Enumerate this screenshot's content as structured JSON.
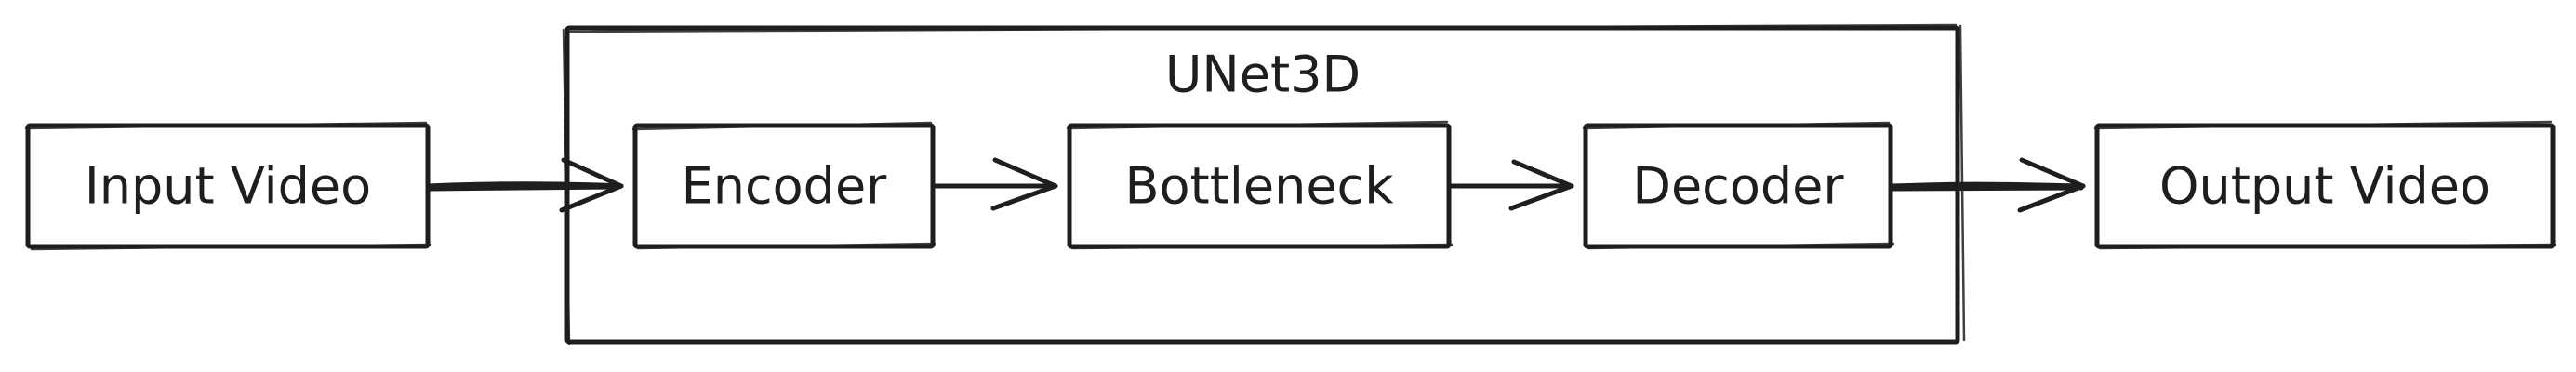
{
  "diagram": {
    "group": {
      "label": "UNet3D"
    },
    "nodes": {
      "input": {
        "label": "Input Video"
      },
      "encoder": {
        "label": "Encoder"
      },
      "bottleneck": {
        "label": "Bottleneck"
      },
      "decoder": {
        "label": "Decoder"
      },
      "output": {
        "label": "Output Video"
      }
    },
    "edges": [
      {
        "from": "Input Video",
        "to": "Encoder"
      },
      {
        "from": "Encoder",
        "to": "Bottleneck"
      },
      {
        "from": "Bottleneck",
        "to": "Decoder"
      },
      {
        "from": "Decoder",
        "to": "Output Video"
      }
    ],
    "colors": {
      "stroke": "#1e1e1e",
      "background": "#ffffff"
    }
  }
}
